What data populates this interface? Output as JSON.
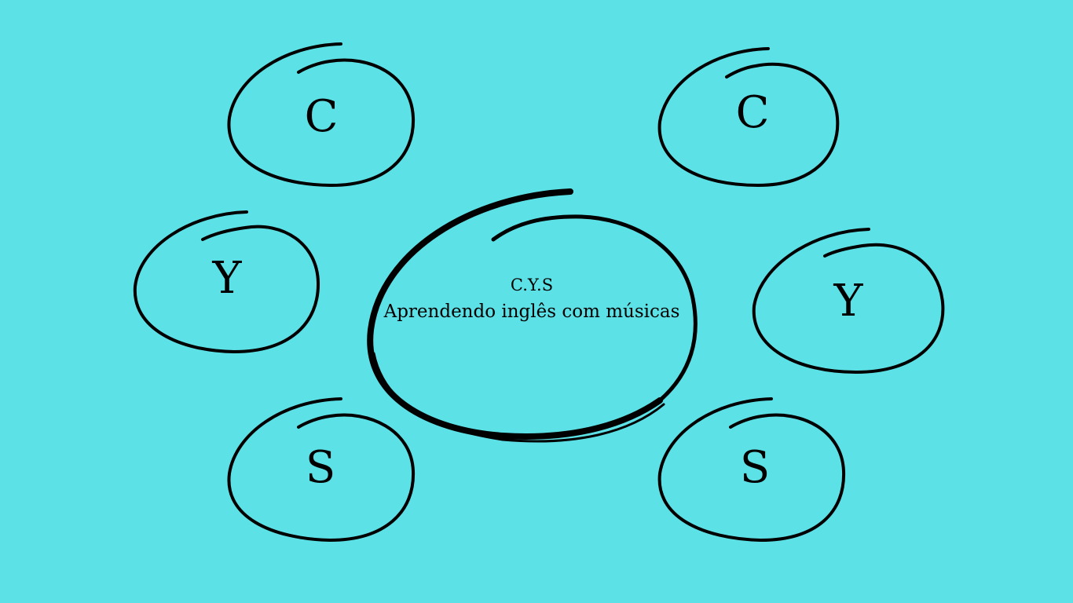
{
  "background_color": "#5ce1e6",
  "stroke_color": "#000000",
  "center": {
    "title": "C.Y.S",
    "subtitle": "Aprendendo inglês com músicas"
  },
  "bubbles": {
    "top_left": "C",
    "top_right": "C",
    "middle_left": "Y",
    "middle_right": "Y",
    "bottom_left": "S",
    "bottom_right": "S"
  }
}
